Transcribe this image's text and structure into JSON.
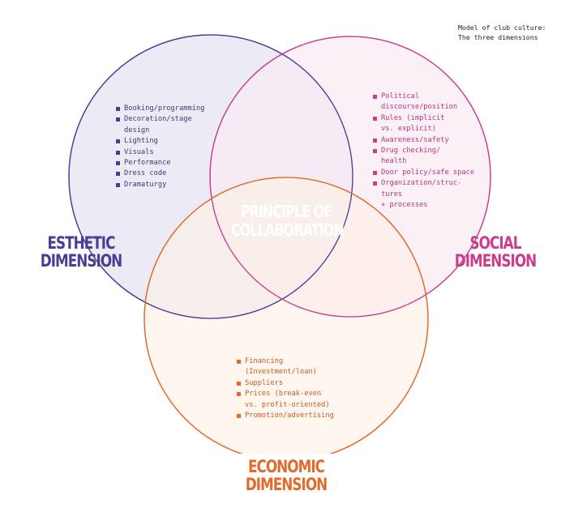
{
  "caption": "Model of club culture:\nThe three dimensions",
  "center_label": "PRINCIPLE OF\nCOLLABORATION",
  "colors": {
    "esthetic": "#4a3d95",
    "esthetic_fill": "#e9e6f3",
    "social": "#c93d8c",
    "social_fill": "#fbe9f3",
    "economic": "#e26a2d",
    "economic_fill": "#fdf0e4"
  },
  "esthetic": {
    "title": "ESTHETIC\nDIMENSION",
    "items": [
      "Booking/programming",
      "Decoration/stage\ndesign",
      "Lighting",
      "Visuals",
      "Performance",
      "Dress code",
      "Dramaturgy"
    ]
  },
  "social": {
    "title": "SOCIAL\nDIMENSION",
    "items": [
      "Political\ndiscourse/position",
      "Rules (implicit\nvs. explicit)",
      "Awareness/safety",
      "Drug checking/\nhealth",
      "Door policy/safe space",
      "Organization/struc-\ntures\n+ processes"
    ]
  },
  "economic": {
    "title": "ECONOMIC\nDIMENSION",
    "items": [
      "Financing\n(Investment/loan)",
      "Suppliers",
      "Prices (break-even\nvs. profit-oriented)",
      "Promotion/advertising"
    ]
  }
}
